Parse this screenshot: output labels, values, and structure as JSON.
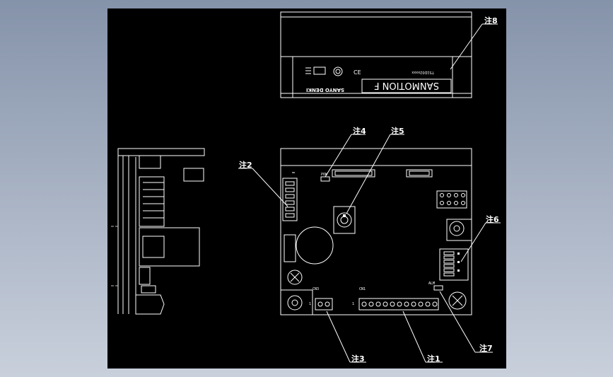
{
  "notes": {
    "n1": "注1",
    "n2": "注2",
    "n3": "注3",
    "n4": "注4",
    "n5": "注5",
    "n6": "注6",
    "n7": "注7",
    "n8": "注8"
  },
  "top_view": {
    "brand": "SANMOTION F",
    "maker": "SANYO DENKI",
    "model": "TS1D02xxxx"
  },
  "board": {
    "pow": "POW",
    "cn1": "CN1",
    "cn3": "CN3",
    "alm": "ALM",
    "pin1": "1",
    "pin2": "1"
  },
  "colors": {
    "background": "#000000",
    "lines": "#ffffff"
  }
}
